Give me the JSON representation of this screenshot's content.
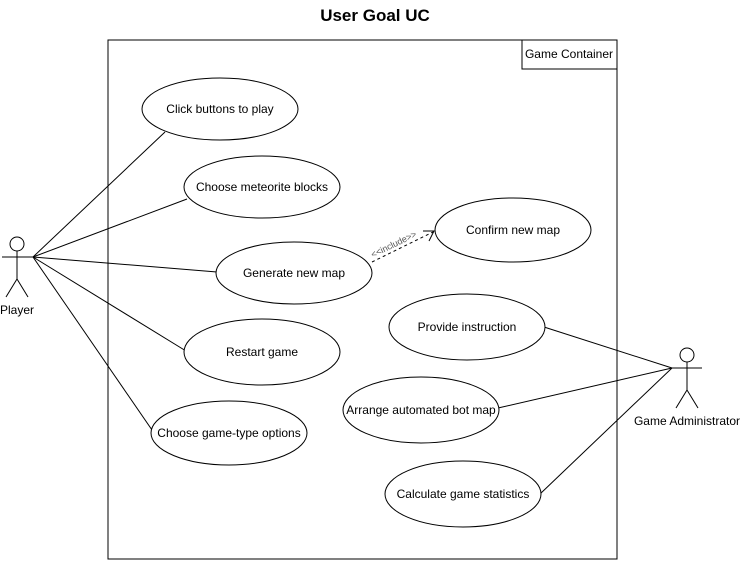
{
  "diagram": {
    "title": "User Goal UC",
    "system_boundary": "Game Container",
    "actors": {
      "player": "Player",
      "admin": "Game Administrator"
    },
    "use_cases": {
      "click_buttons": "Click buttons to play",
      "choose_meteorite": "Choose meteorite blocks",
      "generate_map": "Generate new map",
      "confirm_map": "Confirm new map",
      "restart_game": "Restart game",
      "choose_game_type": "Choose game-type options",
      "provide_instruction": "Provide instruction",
      "arrange_bot_map": "Arrange automated bot map",
      "calculate_stats": "Calculate game statistics"
    },
    "include_label": "<<include>>"
  }
}
